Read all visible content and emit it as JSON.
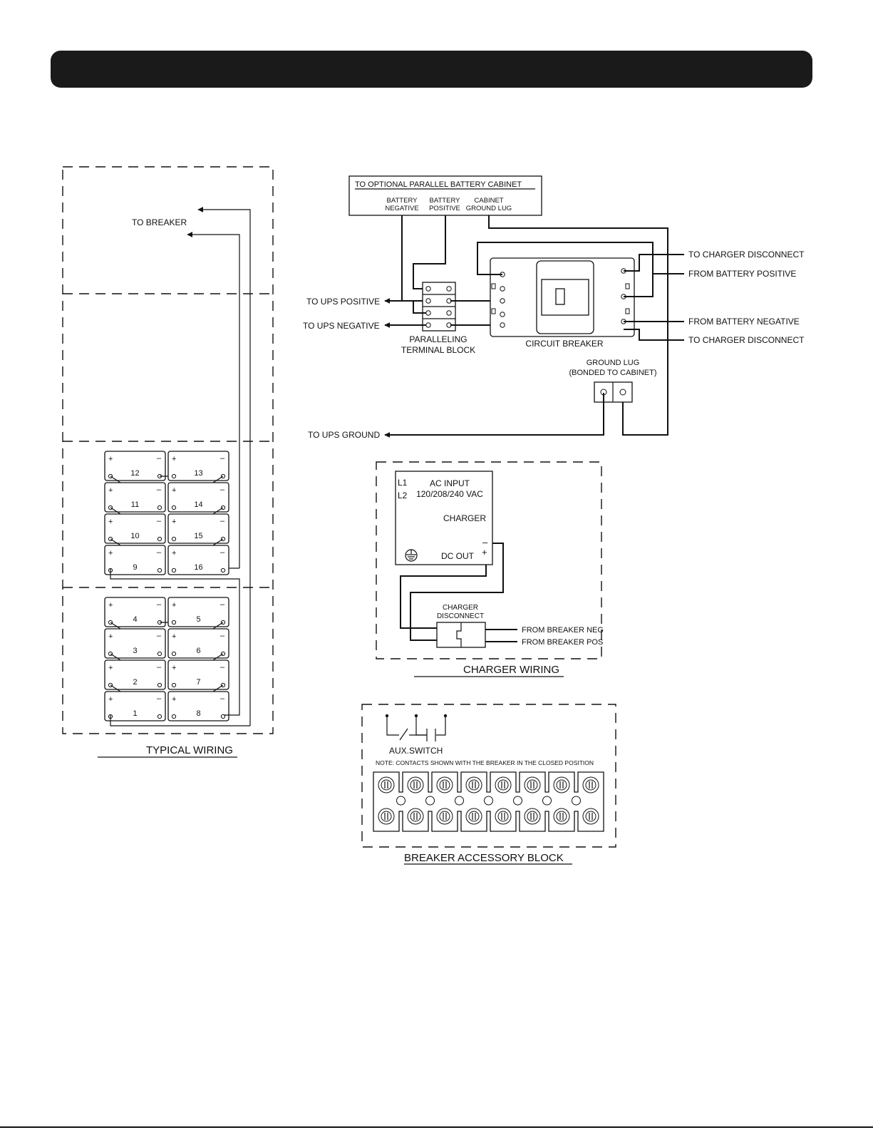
{
  "labels": {
    "to_breaker": "TO BREAKER",
    "typical_wiring": "TYPICAL WIRING",
    "optional_cabinet": "TO OPTIONAL PARALLEL BATTERY CABINET",
    "battery_negative_1": "BATTERY",
    "battery_negative_2": "NEGATIVE",
    "battery_positive_1": "BATTERY",
    "battery_positive_2": "POSITIVE",
    "cabinet_ground_1": "CABINET",
    "cabinet_ground_2": "GROUND LUG",
    "to_charger_disconnect_top": "TO CHARGER DISCONNECT",
    "from_battery_positive": "FROM BATTERY POSITIVE",
    "from_battery_negative": "FROM BATTERY NEGATIVE",
    "to_charger_disconnect_bottom": "TO CHARGER DISCONNECT",
    "to_ups_positive": "TO UPS POSITIVE",
    "to_ups_negative": "TO UPS NEGATIVE",
    "paralleling_1": "PARALLELING",
    "paralleling_2": "TERMINAL BLOCK",
    "circuit_breaker": "CIRCUIT BREAKER",
    "ground_lug_1": "GROUND LUG",
    "ground_lug_2": "(BONDED TO CABINET)",
    "to_ups_ground": "TO UPS GROUND",
    "l1": "L1",
    "l2": "L2",
    "ac_input": "AC INPUT",
    "voltage": "120/208/240 VAC",
    "charger": "CHARGER",
    "dc_out": "DC OUT",
    "minus": "–",
    "plus": "+",
    "charger_disconnect_1": "CHARGER",
    "charger_disconnect_2": "DISCONNECT",
    "from_breaker_neg": "FROM BREAKER NEG",
    "from_breaker_pos": "FROM BREAKER POS",
    "charger_wiring": "CHARGER WIRING",
    "aux_switch": "AUX.SWITCH",
    "note": "NOTE: CONTACTS SHOWN WITH THE BREAKER IN THE CLOSED POSITION",
    "breaker_accessory_block": "BREAKER ACCESSORY BLOCK"
  },
  "batteries": {
    "upper_left": [
      "12",
      "11",
      "10",
      "9"
    ],
    "upper_right": [
      "13",
      "14",
      "15",
      "16"
    ],
    "lower_left": [
      "4",
      "3",
      "2",
      "1"
    ],
    "lower_right": [
      "5",
      "6",
      "7",
      "8"
    ],
    "plus_sign": "+",
    "minus_sign": "–"
  }
}
